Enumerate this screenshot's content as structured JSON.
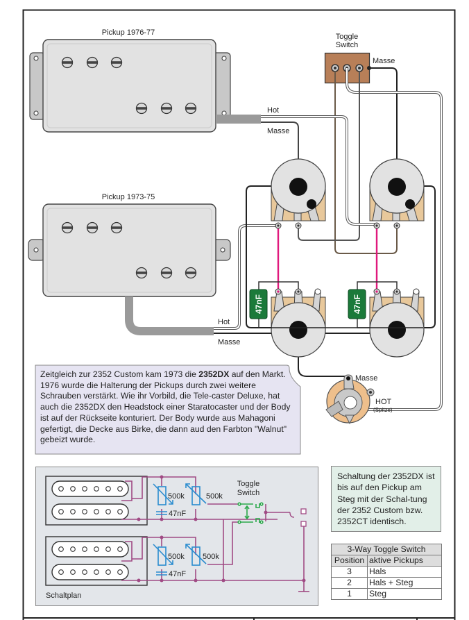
{
  "pickups": {
    "top_label": "Pickup 1976-77",
    "bottom_label": "Pickup 1973-75"
  },
  "toggle": {
    "label_line1": "Toggle",
    "label_line2": "Switch",
    "ground_label": "Masse"
  },
  "wires": {
    "top_hot": "Hot",
    "top_ground": "Masse",
    "bottom_hot": "Hot",
    "bottom_ground": "Masse"
  },
  "capacitors": [
    "47nF",
    "47nF"
  ],
  "jack": {
    "ground_label": "Masse",
    "hot_label": "HOT",
    "hot_sub": "(Spitze)"
  },
  "info": {
    "before_bold": "Zeitgleich zur 2352 Custom kam 1973 die ",
    "bold": "2352DX",
    "after_bold": " auf den Markt. 1976 wurde die Halterung der Pickups durch zwei weitere Schrauben verstärkt. Wie ihr Vorbild, die Tele-caster Deluxe, hat auch die 2352DX den Headstock einer Staratocaster und der Body ist auf der Rückseite konturiert. Der Body wurde aus Mahagoni gefertigt, die Decke aus Birke, die dann aud den Farbton \"Walnut\" gebeizt wurde."
  },
  "schematic": {
    "title": "Schaltplan",
    "pot_values": [
      "500k",
      "500k",
      "500k",
      "500k"
    ],
    "cap_values": [
      "47nF",
      "47nF"
    ],
    "toggle_line1": "Toggle",
    "toggle_line2": "Switch"
  },
  "note": "Schaltung der 2352DX ist bis auf den Pickup am Steg mit der Schal-tung der 2352 Custom bzw. 2352CT identisch.",
  "toggle_table": {
    "title": "3-Way Toggle Switch",
    "headers": [
      "Position",
      "aktive Pickups"
    ],
    "rows": [
      {
        "position": "3",
        "pickups": "Hals"
      },
      {
        "position": "2",
        "pickups": "Hals + Steg"
      },
      {
        "position": "1",
        "pickups": "Steg"
      }
    ]
  },
  "colors": {
    "pickup_fill": "#e2e2e2",
    "toggle_body": "#b87f58",
    "pot_lug_bg": "#e8c89b",
    "capacitor": "#1b7a3a",
    "link_wire": "#e0197d",
    "info_bg": "#e6e4f2",
    "note_bg": "#e2efe8",
    "schematic_bg": "#e3e6ea",
    "schematic_wire": "#a04a84",
    "schematic_component": "#2a8ccf",
    "schematic_switch": "#2aa84a"
  }
}
